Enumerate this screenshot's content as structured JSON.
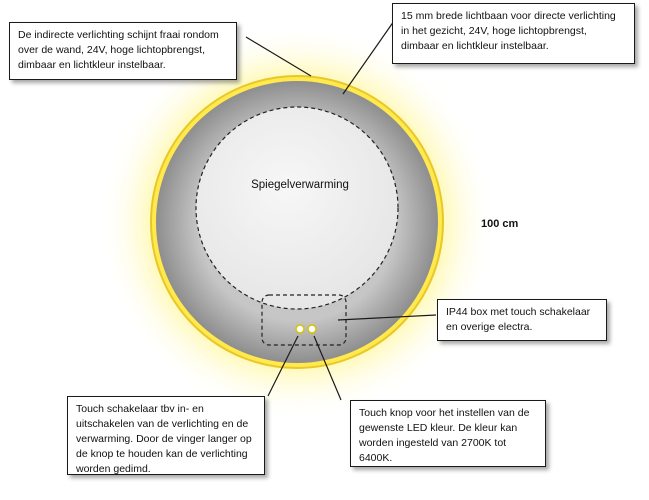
{
  "notes": {
    "indirect": "De indirecte verlichting schijnt fraai rondom over de wand, 24V, hoge lichtopbrengst, dimbaar en lichtkleur instelbaar.",
    "lightstrip": "15 mm brede lichtbaan voor directe verlichting in het gezicht, 24V, hoge lichtopbrengst, dimbaar en lichtkleur instelbaar.",
    "ip44": "IP44 box met touch schakelaar en overige electra.",
    "touch_switch": "Touch schakelaar tbv in- en uitschakelen van de verlichting en de verwarming. Door de vinger langer op de knop te houden kan de verlichting worden gedimd.",
    "touch_knob": "Touch knop voor het instellen van de gewenste LED kleur. De kleur kan worden ingesteld van 2700K tot 6400K."
  },
  "labels": {
    "heating": "Spiegelverwarming",
    "diameter": "100 cm"
  },
  "colors": {
    "glow": "#fff36a",
    "ring_outer": "#8f8f8f",
    "ring_inner": "#c9c9c9",
    "mirror": "#f1f1f1",
    "led_ring": "#e8c72a"
  }
}
